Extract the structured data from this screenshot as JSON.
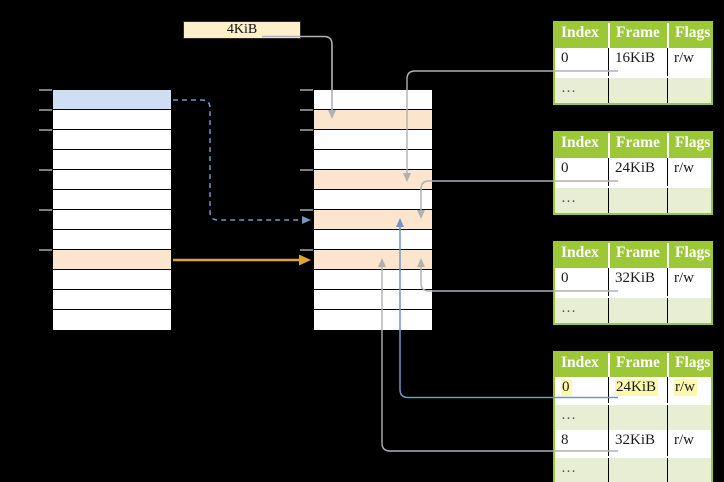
{
  "colors": {
    "page-bg": "#000000",
    "cell-blue": "#cfdef2",
    "cell-orange": "#fce5cd",
    "box-cream": "#fcefc9",
    "table-green": "#9cc837",
    "row-green": "#e7eed3",
    "highlight-yellow": "#fcf8ac",
    "arrow-gray": "#aeb1b6",
    "arrow-blue": "#7295c7",
    "arrow-orange": "#e2a232",
    "tick-gray": "#7f7f7f"
  },
  "page_size_label": {
    "text": "4KiB"
  },
  "virtual_memory_column": {
    "rows": 12,
    "blue_row_index": 0,
    "orange_row_index": 8
  },
  "physical_memory_column": {
    "rows": 12,
    "orange_row_indexes": [
      1,
      4,
      6,
      8
    ]
  },
  "page_tables": [
    {
      "headers": [
        "Index",
        "Frame",
        "Flags"
      ],
      "rows": [
        {
          "index": "0",
          "frame": "16KiB",
          "flags": "r/w"
        },
        {
          "index": "…",
          "frame": "",
          "flags": ""
        }
      ]
    },
    {
      "headers": [
        "Index",
        "Frame",
        "Flags"
      ],
      "rows": [
        {
          "index": "0",
          "frame": "24KiB",
          "flags": "r/w"
        },
        {
          "index": "…",
          "frame": "",
          "flags": ""
        }
      ]
    },
    {
      "headers": [
        "Index",
        "Frame",
        "Flags"
      ],
      "rows": [
        {
          "index": "0",
          "frame": "32KiB",
          "flags": "r/w"
        },
        {
          "index": "…",
          "frame": "",
          "flags": ""
        }
      ]
    },
    {
      "headers": [
        "Index",
        "Frame",
        "Flags"
      ],
      "rows": [
        {
          "index": "0",
          "frame": "24KiB",
          "flags": "r/w",
          "highlighted": true
        },
        {
          "index": "…",
          "frame": "",
          "flags": ""
        },
        {
          "index": "8",
          "frame": "32KiB",
          "flags": "r/w"
        },
        {
          "index": "…",
          "frame": "",
          "flags": ""
        }
      ]
    }
  ]
}
